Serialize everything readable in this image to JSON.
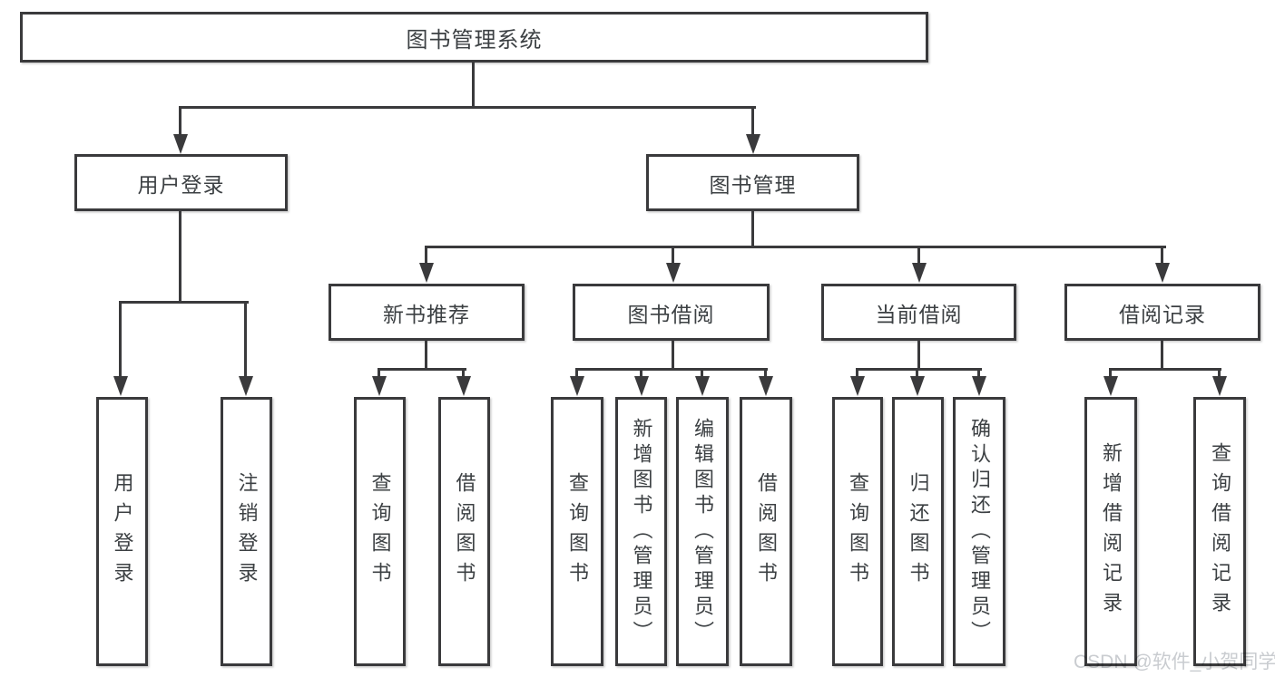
{
  "diagram": {
    "title": "图书管理系统",
    "root": {
      "label": "图书管理系统"
    },
    "branches": [
      {
        "label": "用户登录",
        "children": [
          "用户登录",
          "注销登录"
        ]
      },
      {
        "label": "图书管理",
        "modules": [
          {
            "label": "新书推荐",
            "children": [
              "查询图书",
              "借阅图书"
            ]
          },
          {
            "label": "图书借阅",
            "children": [
              "查询图书",
              "新增图书（管理员）",
              "编辑图书（管理员）",
              "借阅图书"
            ]
          },
          {
            "label": "当前借阅",
            "children": [
              "查询图书",
              "归还图书",
              "确认归还（管理员）"
            ]
          },
          {
            "label": "借阅记录",
            "children": [
              "新增借阅记录",
              "查询借阅记录"
            ]
          }
        ]
      }
    ]
  },
  "watermark": {
    "text": "CSDN @软件_小贺同学",
    "color": "#c9ccd0"
  },
  "colors": {
    "line": "#3a3a3c",
    "text": "#3c4043",
    "box_background": "#ffffff",
    "page_background": "#ffffff"
  }
}
